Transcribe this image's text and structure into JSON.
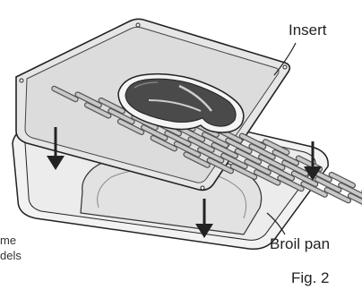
{
  "labels": {
    "insert": "Insert",
    "broil_pan": "Broil pan",
    "figure": "Fig. 2",
    "note_line1": "me",
    "note_line2": "dels"
  },
  "colors": {
    "line": "#222222",
    "pan_fill": "#f2f2f2",
    "insert_fill": "#e6e6e6",
    "slot_fill": "#c4c4c4",
    "steak_fill": "#4a4a4a"
  },
  "icons": [
    "down-arrow-icon"
  ]
}
